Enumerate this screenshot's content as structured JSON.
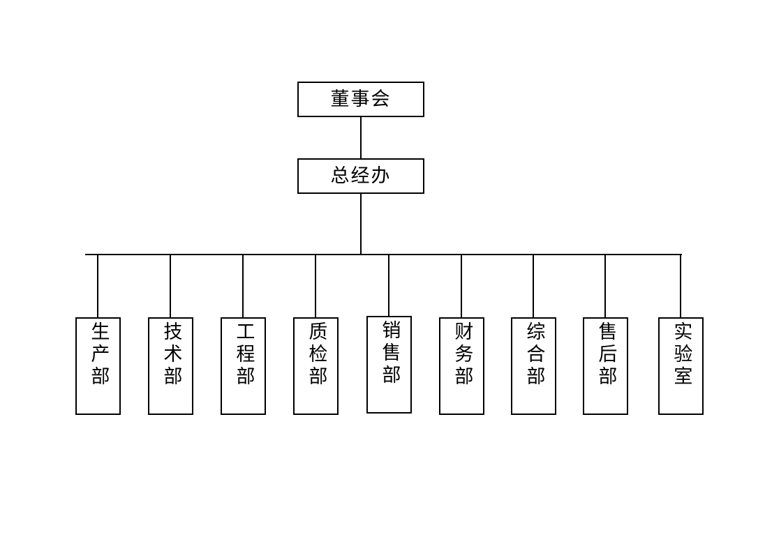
{
  "diagram": {
    "type": "organizational-chart",
    "title": "",
    "stroke_color": "#000000",
    "background_color": "#ffffff",
    "nodes": {
      "board": {
        "label": "董事会",
        "level": 1
      },
      "general_manager_office": {
        "label": "总经办",
        "level": 2
      }
    },
    "departments": [
      {
        "label": "生产部"
      },
      {
        "label": "技术部"
      },
      {
        "label": "工程部"
      },
      {
        "label": "质检部"
      },
      {
        "label": "销售部"
      },
      {
        "label": "财务部"
      },
      {
        "label": "综合部"
      },
      {
        "label": "售后部"
      },
      {
        "label": "实验室"
      }
    ]
  }
}
